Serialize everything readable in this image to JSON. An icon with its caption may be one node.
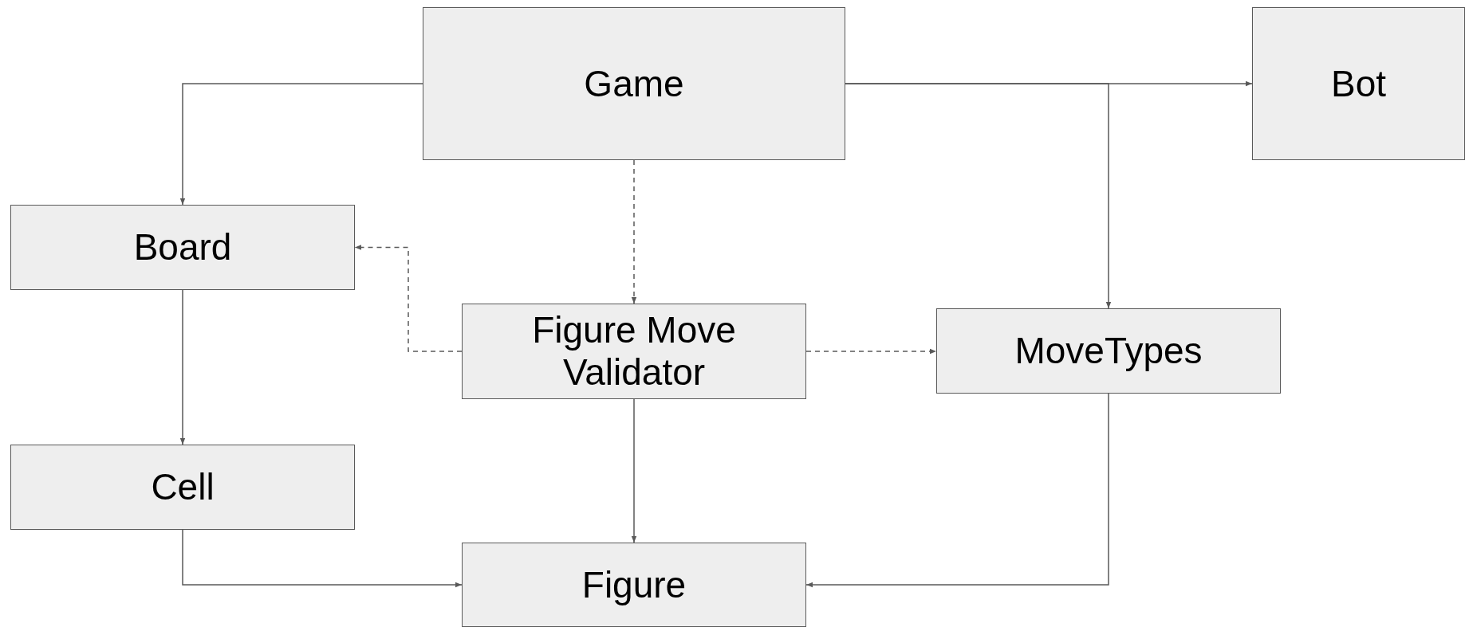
{
  "diagram": {
    "nodes": [
      {
        "text": [
          "Game"
        ]
      },
      {
        "text": [
          "Bot"
        ]
      },
      {
        "text": [
          "Board"
        ]
      },
      {
        "text": [
          "Figure Move Validator"
        ]
      },
      {
        "text": [
          "MoveTypes"
        ]
      },
      {
        "text": [
          "Cell"
        ]
      },
      {
        "text": [
          "Figure"
        ]
      }
    ],
    "edges": [
      {
        "from": 0,
        "to": 2,
        "arrow": "to"
      },
      {
        "from": 0,
        "to": 1,
        "arrow": "to"
      },
      {
        "from": 0,
        "to": 4,
        "arrow": "to"
      },
      {
        "from": 0,
        "to": 3,
        "arrow": "to",
        "style": "dashed"
      },
      {
        "from": 3,
        "to": 2,
        "arrow": "to",
        "style": "dashed"
      },
      {
        "from": 3,
        "to": 4,
        "arrow": "to",
        "style": "dashed"
      },
      {
        "from": 2,
        "to": 5,
        "arrow": "to"
      },
      {
        "from": 3,
        "to": 6,
        "arrow": "to"
      },
      {
        "from": 5,
        "to": 6,
        "arrow": "to"
      },
      {
        "from": 4,
        "to": 6,
        "arrow": "to"
      }
    ]
  }
}
